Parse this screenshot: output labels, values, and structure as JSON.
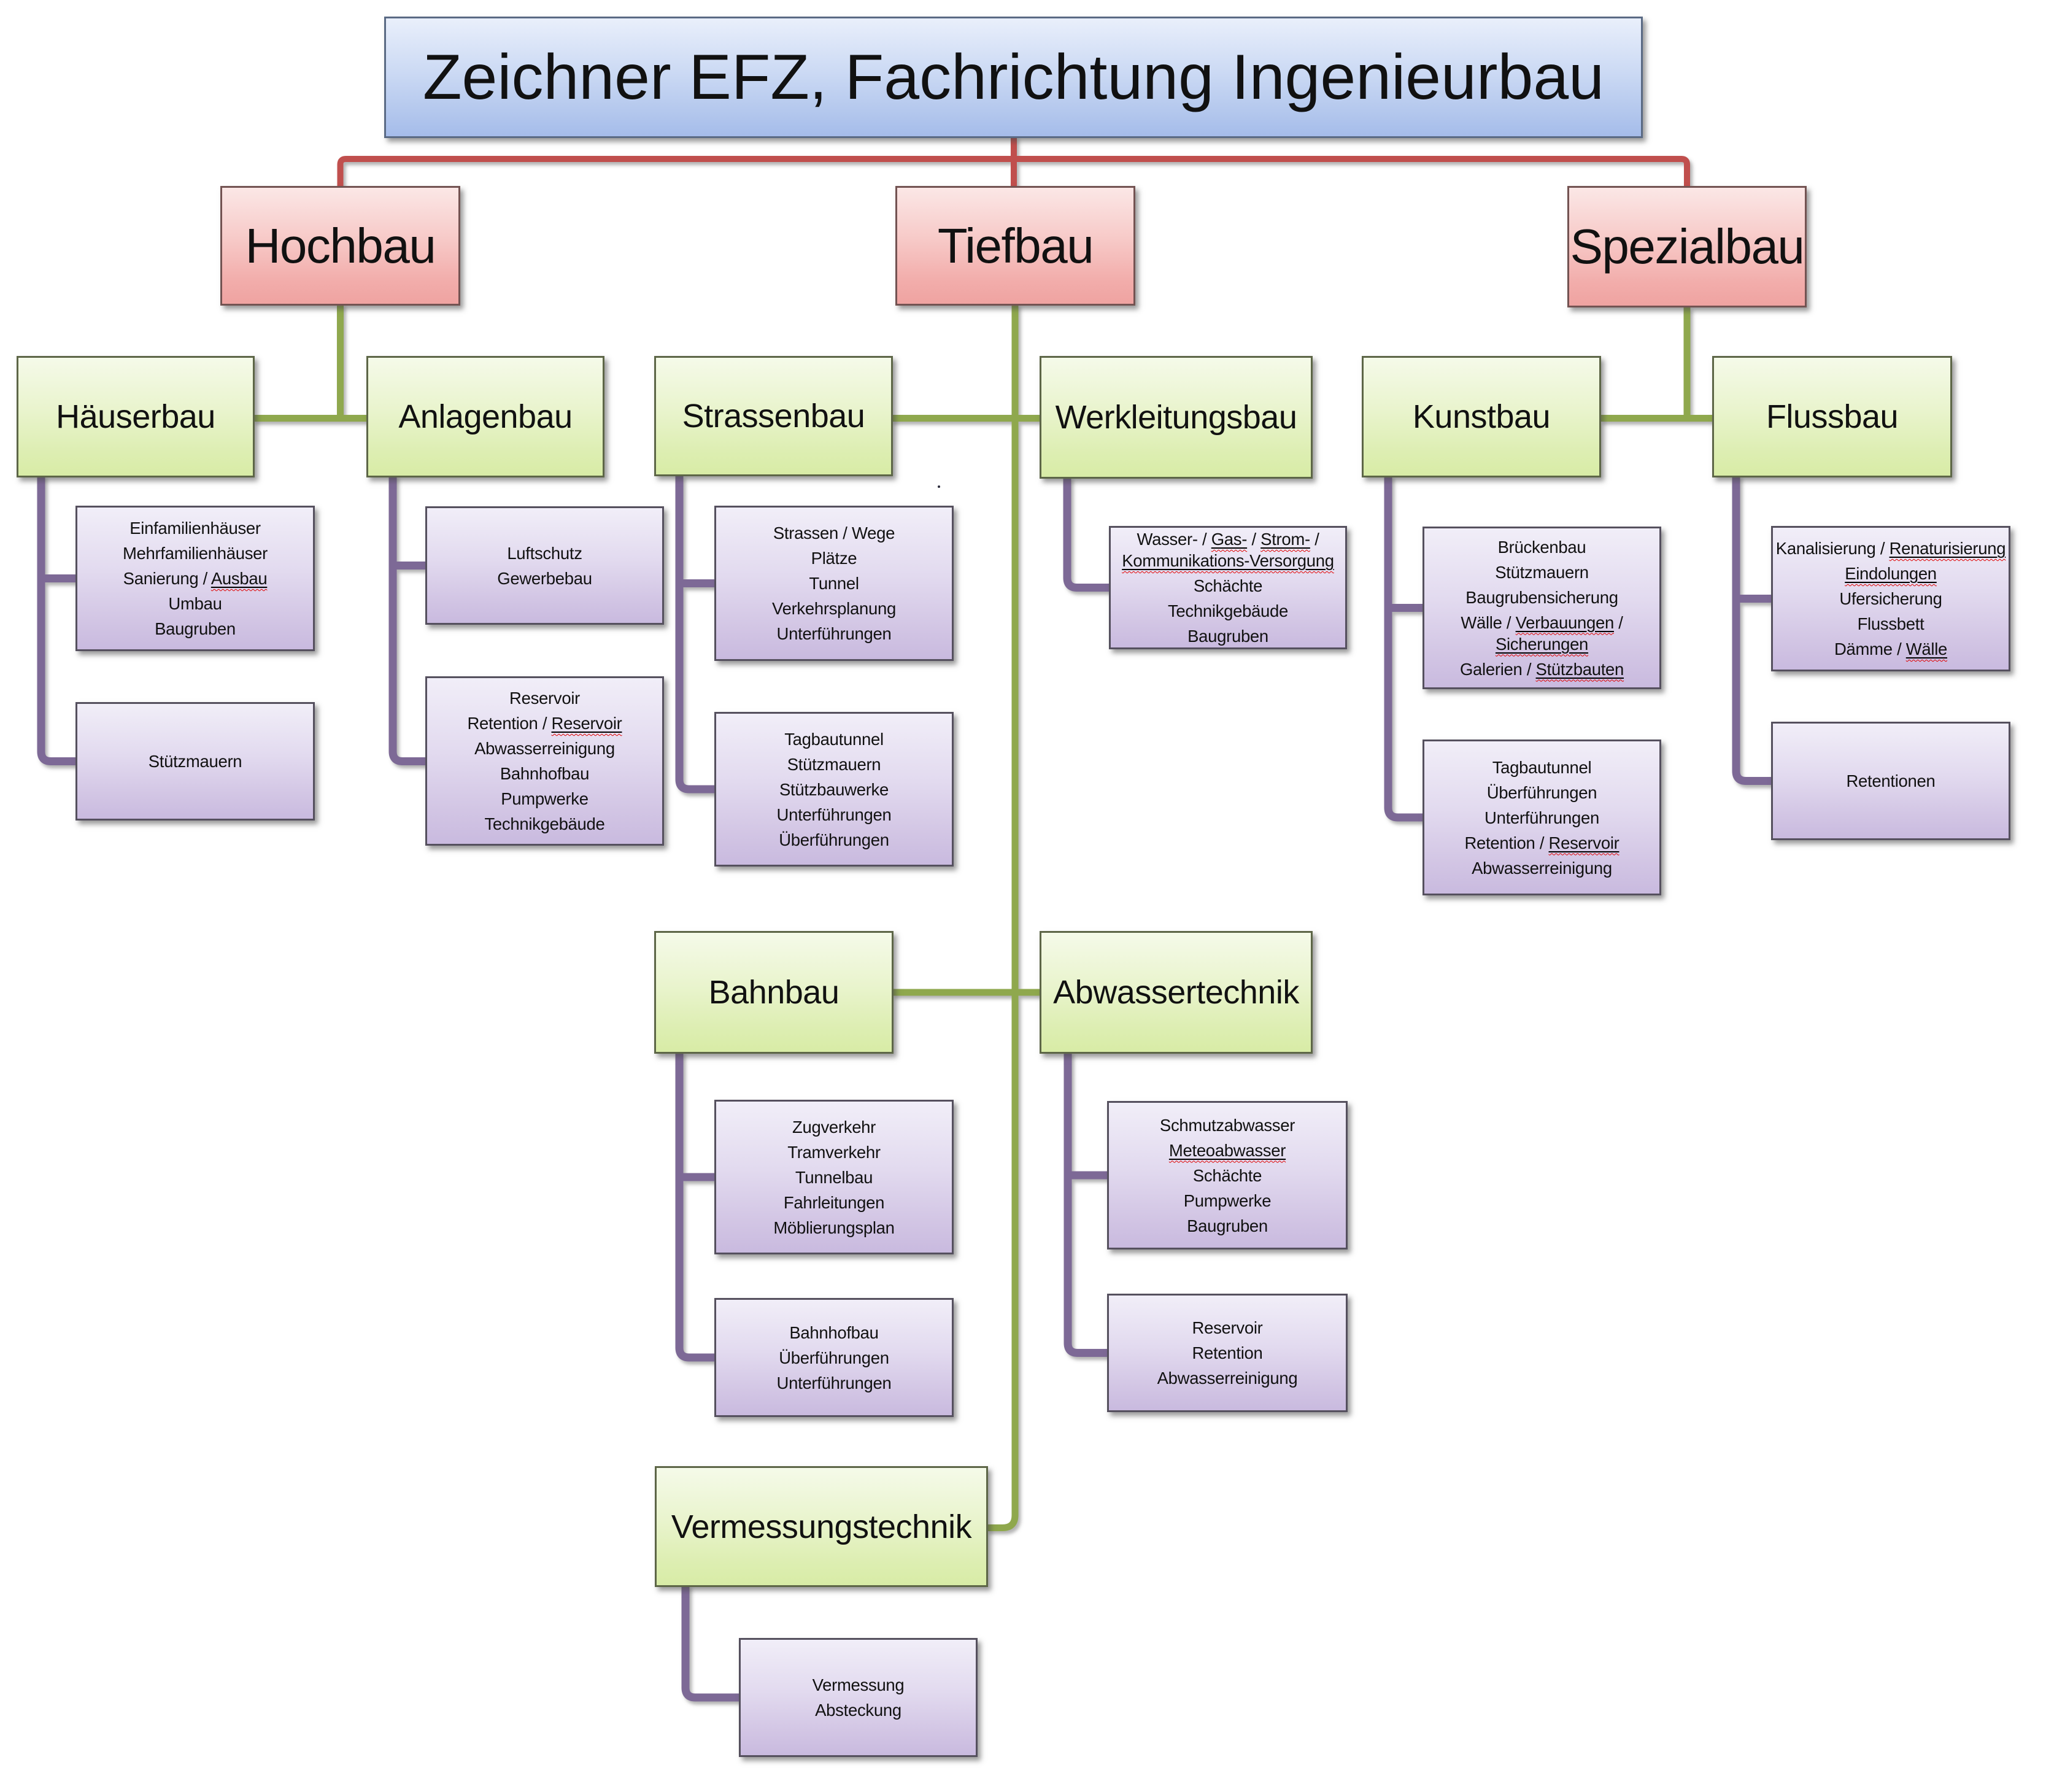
{
  "title": {
    "label": "Zeichner EFZ, Fachrichtung Ingenieurbau"
  },
  "colors": {
    "connector_red": "#c0504d",
    "connector_green": "#8fa84e",
    "connector_purple": "#7d6996",
    "level1_fill": "#efa3a1",
    "level2_fill": "#d8eca6",
    "leaf_fill": "#c9badf",
    "title_fill": "#a5bcea",
    "squiggle_red": "#e00000"
  },
  "branches": [
    {
      "id": "hochbau",
      "label": "Hochbau",
      "children": [
        {
          "id": "haeuserbau",
          "label": "Häuserbau",
          "leaves": [
            {
              "paragraphs": [
                [
                  {
                    "t": "Einfamilienhäuser"
                  }
                ],
                [
                  {
                    "t": "Mehrfamilienhäuser"
                  }
                ],
                [
                  {
                    "t": "Sanierung / "
                  },
                  {
                    "t": "Ausbau",
                    "u": true
                  }
                ],
                [
                  {
                    "t": "Umbau"
                  }
                ],
                [
                  {
                    "t": "Baugruben"
                  }
                ]
              ]
            },
            {
              "paragraphs": [
                [
                  {
                    "t": "Stützmauern"
                  }
                ]
              ]
            }
          ]
        },
        {
          "id": "anlagenbau",
          "label": "Anlagenbau",
          "leaves": [
            {
              "paragraphs": [
                [
                  {
                    "t": "Luftschutz"
                  }
                ],
                [
                  {
                    "t": "Gewerbebau"
                  }
                ]
              ]
            },
            {
              "paragraphs": [
                [
                  {
                    "t": "Reservoir"
                  }
                ],
                [
                  {
                    "t": "Retention / "
                  },
                  {
                    "t": "Reservoir",
                    "u": true
                  }
                ],
                [
                  {
                    "t": "Abwasserreinigung"
                  }
                ],
                [
                  {
                    "t": "Bahnhofbau"
                  }
                ],
                [
                  {
                    "t": "Pumpwerke"
                  }
                ],
                [
                  {
                    "t": "Technikgebäude"
                  }
                ]
              ]
            }
          ]
        }
      ]
    },
    {
      "id": "tiefbau",
      "label": "Tiefbau",
      "children": [
        {
          "id": "strassenbau",
          "label": "Strassenbau",
          "leaves": [
            {
              "paragraphs": [
                [
                  {
                    "t": "Strassen / Wege"
                  }
                ],
                [
                  {
                    "t": "Plätze"
                  }
                ],
                [
                  {
                    "t": "Tunnel"
                  }
                ],
                [
                  {
                    "t": "Verkehrsplanung"
                  }
                ],
                [
                  {
                    "t": "Unterführungen"
                  }
                ]
              ]
            },
            {
              "paragraphs": [
                [
                  {
                    "t": "Tagbautunnel"
                  }
                ],
                [
                  {
                    "t": "Stützmauern"
                  }
                ],
                [
                  {
                    "t": "Stützbauwerke"
                  }
                ],
                [
                  {
                    "t": "Unterführungen"
                  }
                ],
                [
                  {
                    "t": "Überführungen"
                  }
                ]
              ]
            }
          ]
        },
        {
          "id": "werkleitungsbau",
          "label": "Werkleitungsbau",
          "leaves": [
            {
              "paragraphs": [
                [
                  {
                    "t": "Wasser- / "
                  },
                  {
                    "t": "Gas-",
                    "u": true
                  },
                  {
                    "t": " / "
                  },
                  {
                    "t": "Strom-",
                    "u": true
                  },
                  {
                    "t": " / "
                  },
                  {
                    "t": "Kommunikations-Versorgung",
                    "u": true
                  }
                ],
                [
                  {
                    "t": "Schächte"
                  }
                ],
                [
                  {
                    "t": "Technikgebäude"
                  }
                ],
                [
                  {
                    "t": "Baugruben"
                  }
                ]
              ]
            }
          ]
        },
        {
          "id": "bahnbau",
          "label": "Bahnbau",
          "leaves": [
            {
              "paragraphs": [
                [
                  {
                    "t": "Zugverkehr"
                  }
                ],
                [
                  {
                    "t": "Tramverkehr"
                  }
                ],
                [
                  {
                    "t": "Tunnelbau"
                  }
                ],
                [
                  {
                    "t": "Fahrleitungen"
                  }
                ],
                [
                  {
                    "t": "Möblierungsplan"
                  }
                ]
              ]
            },
            {
              "paragraphs": [
                [
                  {
                    "t": "Bahnhofbau"
                  }
                ],
                [
                  {
                    "t": "Überführungen"
                  }
                ],
                [
                  {
                    "t": "Unterführungen"
                  }
                ]
              ]
            }
          ]
        },
        {
          "id": "abwassertechnik",
          "label": "Abwassertechnik",
          "leaves": [
            {
              "paragraphs": [
                [
                  {
                    "t": "Schmutzabwasser"
                  }
                ],
                [
                  {
                    "t": "Meteoabwasser",
                    "u": true
                  }
                ],
                [
                  {
                    "t": "Schächte"
                  }
                ],
                [
                  {
                    "t": "Pumpwerke"
                  }
                ],
                [
                  {
                    "t": "Baugruben"
                  }
                ]
              ]
            },
            {
              "paragraphs": [
                [
                  {
                    "t": "Reservoir"
                  }
                ],
                [
                  {
                    "t": "Retention"
                  }
                ],
                [
                  {
                    "t": "Abwasserreinigung"
                  }
                ]
              ]
            }
          ]
        },
        {
          "id": "vermessungstechnik",
          "label": "Vermessungstechnik",
          "leaves": [
            {
              "paragraphs": [
                [
                  {
                    "t": "Vermessung"
                  }
                ],
                [
                  {
                    "t": "Absteckung"
                  }
                ]
              ]
            }
          ]
        }
      ]
    },
    {
      "id": "spezialbau",
      "label": "Spezialbau",
      "children": [
        {
          "id": "kunstbau",
          "label": "Kunstbau",
          "leaves": [
            {
              "paragraphs": [
                [
                  {
                    "t": "Brückenbau"
                  }
                ],
                [
                  {
                    "t": "Stützmauern"
                  }
                ],
                [
                  {
                    "t": "Baugrubensicherung"
                  }
                ],
                [
                  {
                    "t": "Wälle / "
                  },
                  {
                    "t": "Verbauungen",
                    "u": true
                  },
                  {
                    "t": " / "
                  },
                  {
                    "t": "Sicherungen",
                    "u": true
                  }
                ],
                [
                  {
                    "t": "Galerien / "
                  },
                  {
                    "t": "Stützbauten",
                    "u": true
                  }
                ]
              ]
            },
            {
              "paragraphs": [
                [
                  {
                    "t": "Tagbautunnel"
                  }
                ],
                [
                  {
                    "t": "Überführungen"
                  }
                ],
                [
                  {
                    "t": "Unterführungen"
                  }
                ],
                [
                  {
                    "t": "Retention / "
                  },
                  {
                    "t": "Reservoir",
                    "u": true
                  }
                ],
                [
                  {
                    "t": "Abwasserreinigung"
                  }
                ]
              ]
            }
          ]
        },
        {
          "id": "flussbau",
          "label": "Flussbau",
          "leaves": [
            {
              "paragraphs": [
                [
                  {
                    "t": "Kanalisierung / "
                  },
                  {
                    "t": "Renaturisierung",
                    "u": true
                  }
                ],
                [
                  {
                    "t": "Eindolungen",
                    "u": true
                  }
                ],
                [
                  {
                    "t": "Ufersicherung"
                  }
                ],
                [
                  {
                    "t": "Flussbett"
                  }
                ],
                [
                  {
                    "t": "Dämme / "
                  },
                  {
                    "t": "Wälle",
                    "u": true
                  }
                ]
              ]
            },
            {
              "paragraphs": [
                [
                  {
                    "t": "Retentionen"
                  }
                ]
              ]
            }
          ]
        }
      ]
    }
  ]
}
